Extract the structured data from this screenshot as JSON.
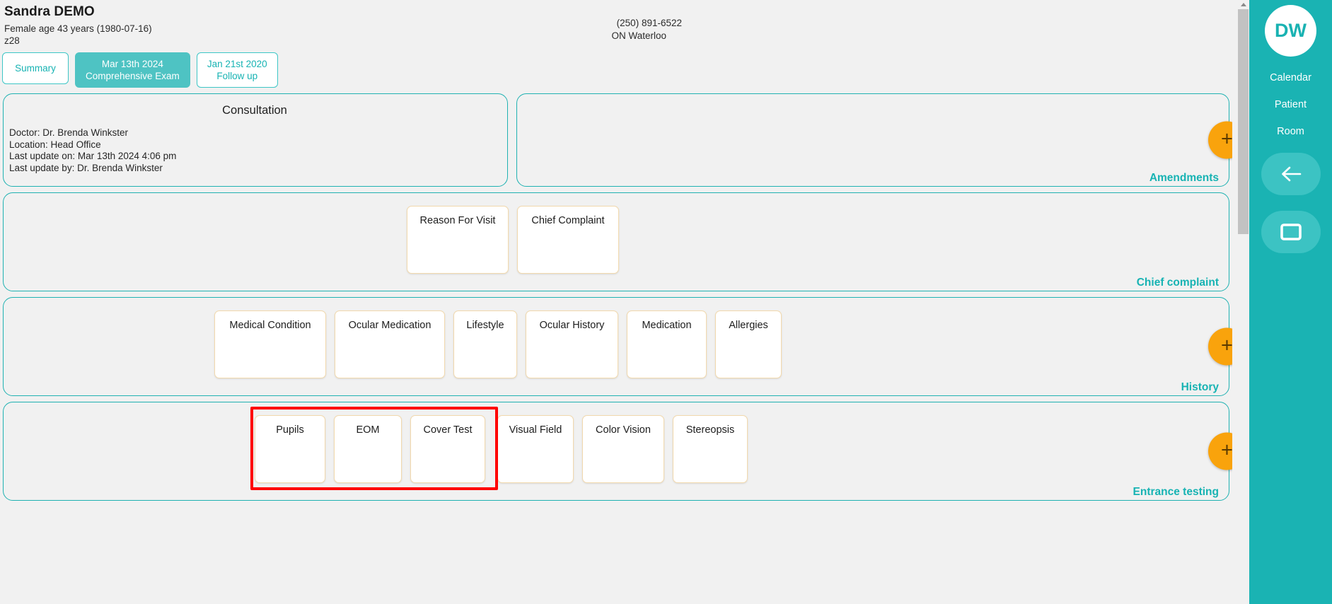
{
  "patient": {
    "name": "Sandra DEMO",
    "demographics": "Female age 43 years  (1980-07-16)",
    "chart_id": "z28",
    "phone": "(250) 891-6522",
    "location": "ON  Waterloo"
  },
  "tabs": [
    {
      "name": "summary",
      "line1": "Summary",
      "line2": "",
      "active": false
    },
    {
      "name": "visit-mar-2024",
      "line1": "Mar 13th 2024",
      "line2": "Comprehensive Exam",
      "active": true
    },
    {
      "name": "visit-jan-2020",
      "line1": "Jan 21st 2020",
      "line2": "Follow up",
      "active": false
    }
  ],
  "consultation": {
    "title": "Consultation",
    "doctor": "Doctor: Dr. Brenda Winkster",
    "location": "Location: Head Office",
    "last_update_on": "Last update on: Mar 13th 2024 4:06 pm",
    "last_update_by": "Last update by: Dr. Brenda Winkster"
  },
  "sections": {
    "amendments": {
      "label": "Amendments",
      "add_label": "+"
    },
    "chief_complaint": {
      "label": "Chief complaint",
      "tiles": [
        {
          "name": "tile-reason-for-visit",
          "label": "Reason For Visit",
          "width": 144
        },
        {
          "name": "tile-chief-complaint",
          "label": "Chief Complaint",
          "width": 144
        }
      ]
    },
    "history": {
      "label": "History",
      "add_label": "+",
      "tiles": [
        {
          "name": "tile-medical-condition",
          "label": "Medical Condition",
          "width": 158
        },
        {
          "name": "tile-ocular-medication",
          "label": "Ocular Medication",
          "width": 156
        },
        {
          "name": "tile-lifestyle",
          "label": "Lifestyle",
          "width": 90
        },
        {
          "name": "tile-ocular-history",
          "label": "Ocular History",
          "width": 131
        },
        {
          "name": "tile-medication",
          "label": "Medication",
          "width": 113
        },
        {
          "name": "tile-allergies",
          "label": "Allergies",
          "width": 94
        }
      ]
    },
    "entrance_testing": {
      "label": "Entrance testing",
      "add_label": "+",
      "tiles": [
        {
          "name": "tile-pupils",
          "label": "Pupils",
          "width": 100
        },
        {
          "name": "tile-eom",
          "label": "EOM",
          "width": 96
        },
        {
          "name": "tile-cover-test",
          "label": "Cover Test",
          "width": 106
        },
        {
          "name": "tile-visual-field",
          "label": "Visual Field",
          "width": 108
        },
        {
          "name": "tile-color-vision",
          "label": "Color Vision",
          "width": 116
        },
        {
          "name": "tile-stereopsis",
          "label": "Stereopsis",
          "width": 106
        }
      ]
    }
  },
  "sidebar": {
    "avatar_initials": "DW",
    "links": [
      {
        "name": "sidebar-item-calendar",
        "label": "Calendar"
      },
      {
        "name": "sidebar-item-patient",
        "label": "Patient"
      },
      {
        "name": "sidebar-item-room",
        "label": "Room"
      }
    ],
    "buttons": [
      {
        "name": "back-button",
        "icon": "arrow-left-icon"
      },
      {
        "name": "window-button",
        "icon": "window-square-icon"
      }
    ]
  },
  "colors": {
    "teal": "#1ab3b3",
    "teal_light": "#4ec3c3",
    "orange": "#f9a30c",
    "highlight_red": "#ff0000",
    "tile_border": "#f2d9ad",
    "page_bg": "#f1f1f1"
  }
}
